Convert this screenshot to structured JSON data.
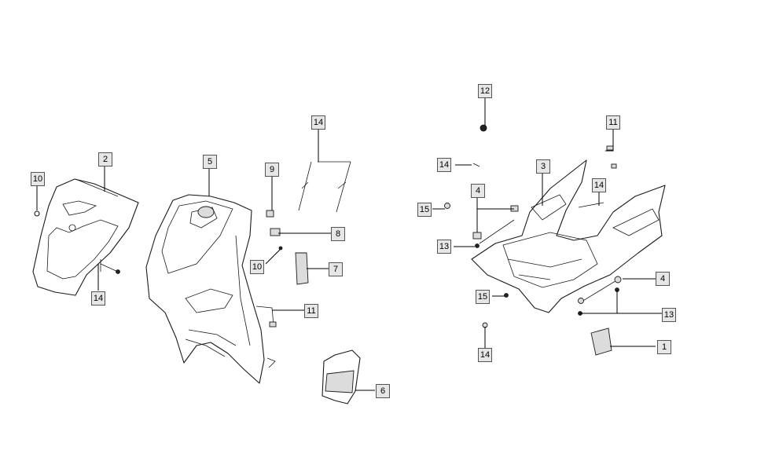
{
  "diagram": {
    "type": "exploded parts diagram",
    "callouts": {
      "c2": "2",
      "c10a": "10",
      "c14a": "14",
      "c5": "5",
      "c9": "9",
      "c14b": "14",
      "c8": "8",
      "c10b": "10",
      "c7": "7",
      "c11a": "11",
      "c6": "6",
      "c12": "12",
      "c11b": "11",
      "c14c": "14",
      "c3": "3",
      "c14d": "14",
      "c4a": "4",
      "c15a": "15",
      "c13a": "13",
      "c15b": "15",
      "c4b": "4",
      "c13b": "13",
      "c14e": "14",
      "c1": "1"
    }
  }
}
